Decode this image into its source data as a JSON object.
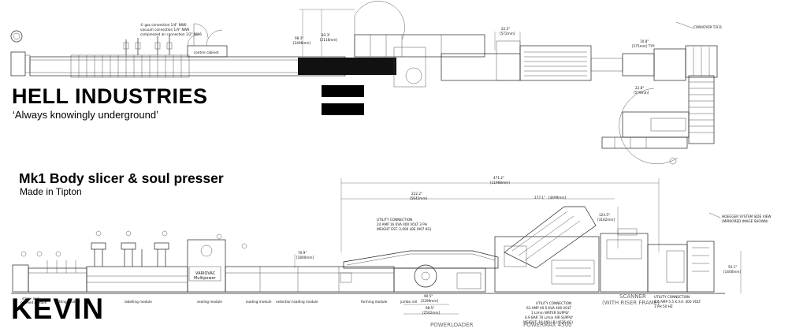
{
  "header": {
    "company": "HELL INDUSTRIES",
    "tagline": "‘Always knowingly underground’"
  },
  "machine": {
    "name": "Mk1 Body slicer & soul presser",
    "origin": "Made in Tipton",
    "nickname": "KEVIN"
  },
  "plan_view": {
    "dimensions": [
      "98.3\"",
      "[2496mm]",
      "83.3\"",
      "[2116mm]",
      "22.5\"",
      "[572mm]",
      "10.8\"",
      "[275mm] TYP.",
      "22.8\"",
      "[579mm]"
    ],
    "labels": {
      "control_cabinet": "control cabinet",
      "conveyor": "CONVEYOR T.B.D.",
      "gas_1": "© gas connection  1/4\" NW6",
      "gas_2": "vacuum connection  1/4\" NW6",
      "gas_3": "compressed air connection  1/2\" NW6"
    }
  },
  "elevation_view": {
    "overall_dim": [
      "471.2\"",
      "[11968mm]"
    ],
    "dim_a": [
      "222.2\"",
      "[5645mm]"
    ],
    "dim_b": [
      "177.1\"",
      "[4499mm]"
    ],
    "dim_c": [
      "124.5\"",
      "[3162mm]"
    ],
    "dim_d": [
      "70.9\"",
      "[1800mm]"
    ],
    "dim_e": [
      "90.5\"",
      "[2299mm]"
    ],
    "dim_f": [
      "98.5\"",
      "[2502mm]"
    ],
    "dim_g": [
      "55.1\"",
      "[1400mm]"
    ],
    "utility_1": [
      "UTILITY CONNECTION",
      "24 AMP 16 KVA 400 VOLT 3 PH",
      "WEIGHT EST. 2,000 LBS (907 KG)"
    ],
    "utility_2": [
      "UTILITY CONNECTION",
      "63 AMP 40.5 KVA 400 VOLT",
      "1 L/min WATER SUPPLY",
      "6.9 BAR 70 L/min AIR SUPPLY",
      "WEIGHT: 10,000 LB (4536 KG)"
    ],
    "utility_3": [
      "UTILITY CONNECTION",
      "8.6 AMP 5.5 K.V.A. 400 VOLT",
      "3 PH 50 HZ"
    ],
    "hoegger_note": [
      "HOEGGER SYSTEM SIDE VIEW",
      "(MIRRORED IMAGE SHOWN)"
    ],
    "scanner": [
      "SCANNER",
      "(WITH RISER FRAME)"
    ],
    "modules": {
      "infeed": [
        "strap- and",
        "outfeed module"
      ],
      "cutting": "cutting module",
      "labelling": "labelling module",
      "sealing": "sealing module",
      "loading": "loading module",
      "extention": "extention loading module",
      "forming": "forming module",
      "jumbo": "jumbo roll"
    },
    "variovac": [
      "VARIOVAC",
      "Multipower"
    ],
    "sections": {
      "powerloader": "POWERLOADER",
      "powermax": "POWERMAX 4500"
    }
  },
  "colors": {
    "ink": "#000000",
    "line": "#222222",
    "background": "#ffffff"
  }
}
